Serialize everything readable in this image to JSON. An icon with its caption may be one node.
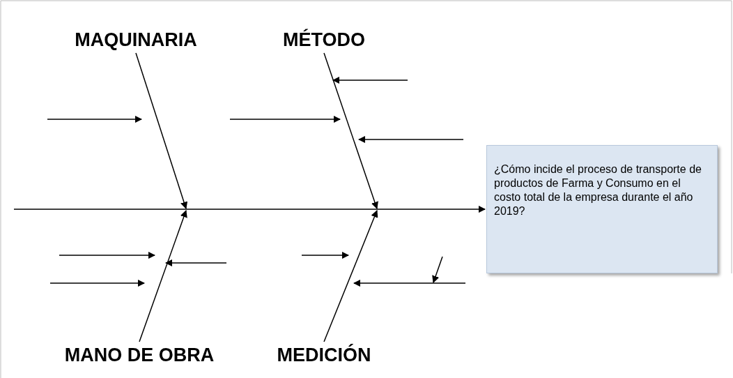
{
  "diagram": {
    "nodes": [
      {
        "text": [
          "MAQUINARIA"
        ]
      },
      {
        "text": [
          "MÉTODO"
        ]
      },
      {
        "text": [
          "MANO DE OBRA"
        ]
      },
      {
        "text": [
          "MEDICIÓN"
        ]
      },
      {
        "text": [
          "¿Cómo incide el proceso de transporte de productos de Farma y Consumo en el costo total de la empresa durante el año 2019?"
        ]
      }
    ],
    "edges": [
      {
        "from": 0,
        "to": null,
        "arrow": "to"
      },
      {
        "from": 1,
        "to": null,
        "arrow": "to"
      },
      {
        "from": 2,
        "to": null,
        "arrow": "to"
      },
      {
        "from": 3,
        "to": null,
        "arrow": "to"
      },
      {
        "from": null,
        "to": 4,
        "arrow": "to"
      }
    ]
  }
}
